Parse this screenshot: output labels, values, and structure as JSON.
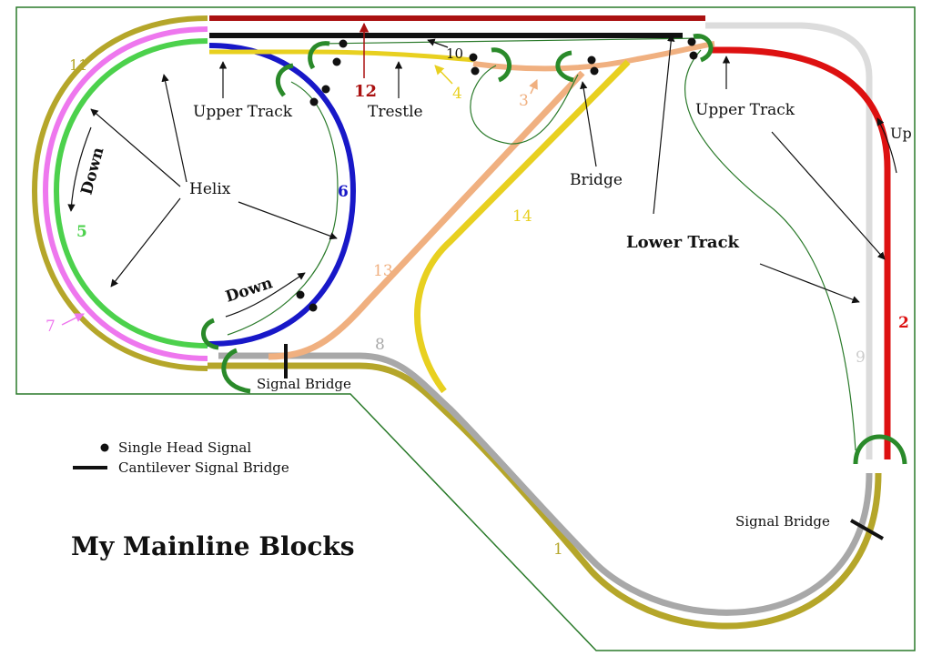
{
  "title": "My Mainline Blocks",
  "legend": {
    "single_head_signal": "Single Head Signal",
    "cantilever_signal_bridge": "Cantilever Signal Bridge"
  },
  "labels": {
    "upper_track_left": "Upper Track",
    "upper_track_right": "Upper Track",
    "trestle": "Trestle",
    "helix": "Helix",
    "bridge": "Bridge",
    "lower_track": "Lower Track",
    "up": "Up",
    "down_left": "Down",
    "down_bottom": "Down",
    "signal_bridge_left": "Signal Bridge",
    "signal_bridge_right": "Signal Bridge"
  },
  "blocks": [
    {
      "id": "b1",
      "number": "1",
      "color": "#b5a62a"
    },
    {
      "id": "b2",
      "number": "2",
      "color": "#dd1111"
    },
    {
      "id": "b3",
      "number": "3",
      "color": "#f0b080"
    },
    {
      "id": "b4",
      "number": "4",
      "color": "#e8d020"
    },
    {
      "id": "b5",
      "number": "5",
      "color": "#4cd14c"
    },
    {
      "id": "b6",
      "number": "6",
      "color": "#1818c8"
    },
    {
      "id": "b7",
      "number": "7",
      "color": "#ee77ee"
    },
    {
      "id": "b8",
      "number": "8",
      "color": "#a8a8a8"
    },
    {
      "id": "b9",
      "number": "9",
      "color": "#dcdcdc"
    },
    {
      "id": "b10",
      "number": "10",
      "color": "#111111"
    },
    {
      "id": "b11",
      "number": "11",
      "color": "#b5a62a"
    },
    {
      "id": "b12",
      "number": "12",
      "color": "#aa1111"
    },
    {
      "id": "b13",
      "number": "13",
      "color": "#f0b080"
    },
    {
      "id": "b14",
      "number": "14",
      "color": "#e8d020"
    }
  ],
  "colors": {
    "border": "#2a7a2a",
    "signal_mast": "#2a8a2a",
    "wire": "#2a7a2a",
    "arrow": "#111111"
  }
}
